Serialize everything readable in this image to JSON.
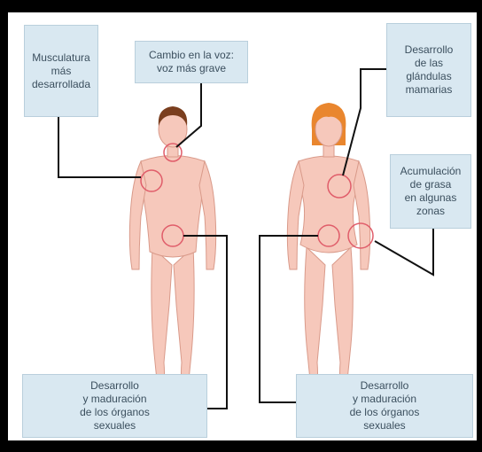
{
  "labels": {
    "male_muscles": "Musculatura\nmás\ndesarrollada",
    "male_voice": "Cambio en la voz:\nvoz más grave",
    "female_breasts": "Desarrollo\nde las\nglándulas\nmamarias",
    "female_fat": "Acumulación\nde grasa\nen algunas\nzonas",
    "male_sexual": "Desarrollo\ny maduración\nde los órganos\nsexuales",
    "female_sexual": "Desarrollo\ny maduración\nde los órganos\nsexuales"
  },
  "colors": {
    "skin": "#f6c8bb",
    "skin_outline": "#d99a8a",
    "male_hair": "#7a3e1e",
    "female_hair": "#e9862e",
    "highlight_circle": "#e05d6a",
    "box_fill": "#d9e8f1",
    "leader_line": "#111111"
  }
}
